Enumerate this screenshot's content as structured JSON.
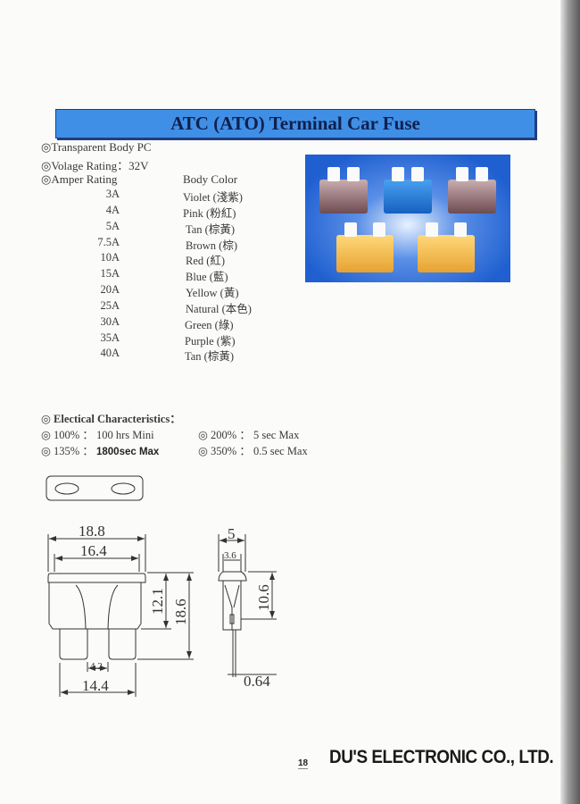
{
  "title": "ATC (ATO) Terminal Car Fuse",
  "specs": {
    "body": "◎Transparent Body   PC",
    "voltage": "◎Volage Rating：32V",
    "amper_label": "◎Amper Rating",
    "color_label": "Body Color"
  },
  "ratings": [
    {
      "amp": "3A",
      "color": "Violet (淺紫)"
    },
    {
      "amp": "4A",
      "color": "Pink (粉紅)"
    },
    {
      "amp": "5A",
      "color": "Tan (棕黃)"
    },
    {
      "amp": "7.5A",
      "color": "Brown (棕)"
    },
    {
      "amp": "10A",
      "color": "Red (紅)"
    },
    {
      "amp": "15A",
      "color": "Blue (藍)"
    },
    {
      "amp": "20A",
      "color": "Yellow (黃)"
    },
    {
      "amp": "25A",
      "color": "Natural (本色)"
    },
    {
      "amp": "30A",
      "color": "Green (綠)"
    },
    {
      "amp": "35A",
      "color": "Purple (紫)"
    },
    {
      "amp": "40A",
      "color": "Tan (棕黃)"
    }
  ],
  "electrical": {
    "heading": "Electical Characteristics：",
    "items": [
      {
        "pct": "100%",
        "value": "100 hrs Mini"
      },
      {
        "pct": "135%",
        "value": "1800sec Max"
      },
      {
        "pct": "200%",
        "value": "5 sec Max"
      },
      {
        "pct": "350%",
        "value": "0.5 sec Max"
      }
    ]
  },
  "dimensions": {
    "overall_width": "18.8",
    "inner_width": "16.4",
    "body_height": "12.1",
    "overall_height": "18.6",
    "blade_gap": "4.2",
    "blade_span": "14.4",
    "side_width": "5",
    "side_inner": "3.6",
    "side_height": "10.6",
    "blade_thickness": "0.64"
  },
  "footer": {
    "page": "18",
    "company": "DU'S ELECTRONIC CO., LTD."
  },
  "colors": {
    "title_bar": "#3f8fe6",
    "title_text": "#10204e",
    "photo_bg": "#1f5fd0"
  }
}
